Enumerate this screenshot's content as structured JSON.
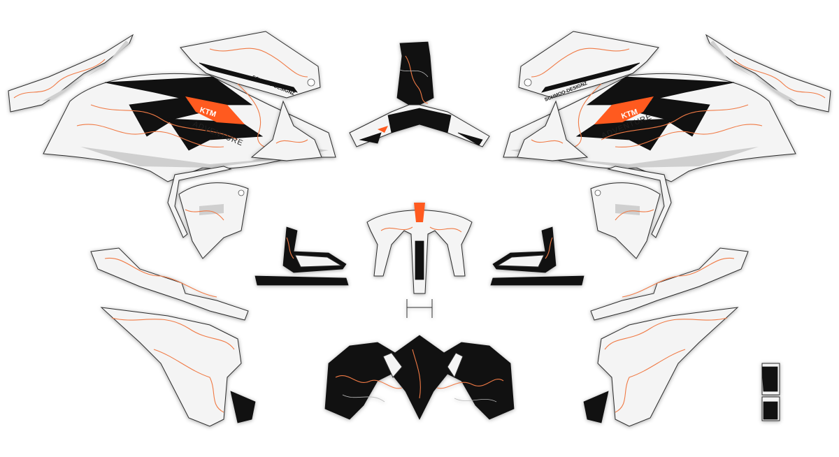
{
  "colors": {
    "background": "#ffffff",
    "panel_white": "#f4f4f4",
    "panel_grey": "#cfcfcf",
    "graphic_black": "#111111",
    "accent_orange": "#ff5a1f",
    "contour_orange": "#f07a45",
    "contour_grey": "#b9b9b9",
    "outline": "#2b2b2b"
  },
  "brand": {
    "logo_text": "KTM",
    "model_text": "ADVENTURE",
    "designer_text": "SCHMOO-DESIGNZ"
  }
}
